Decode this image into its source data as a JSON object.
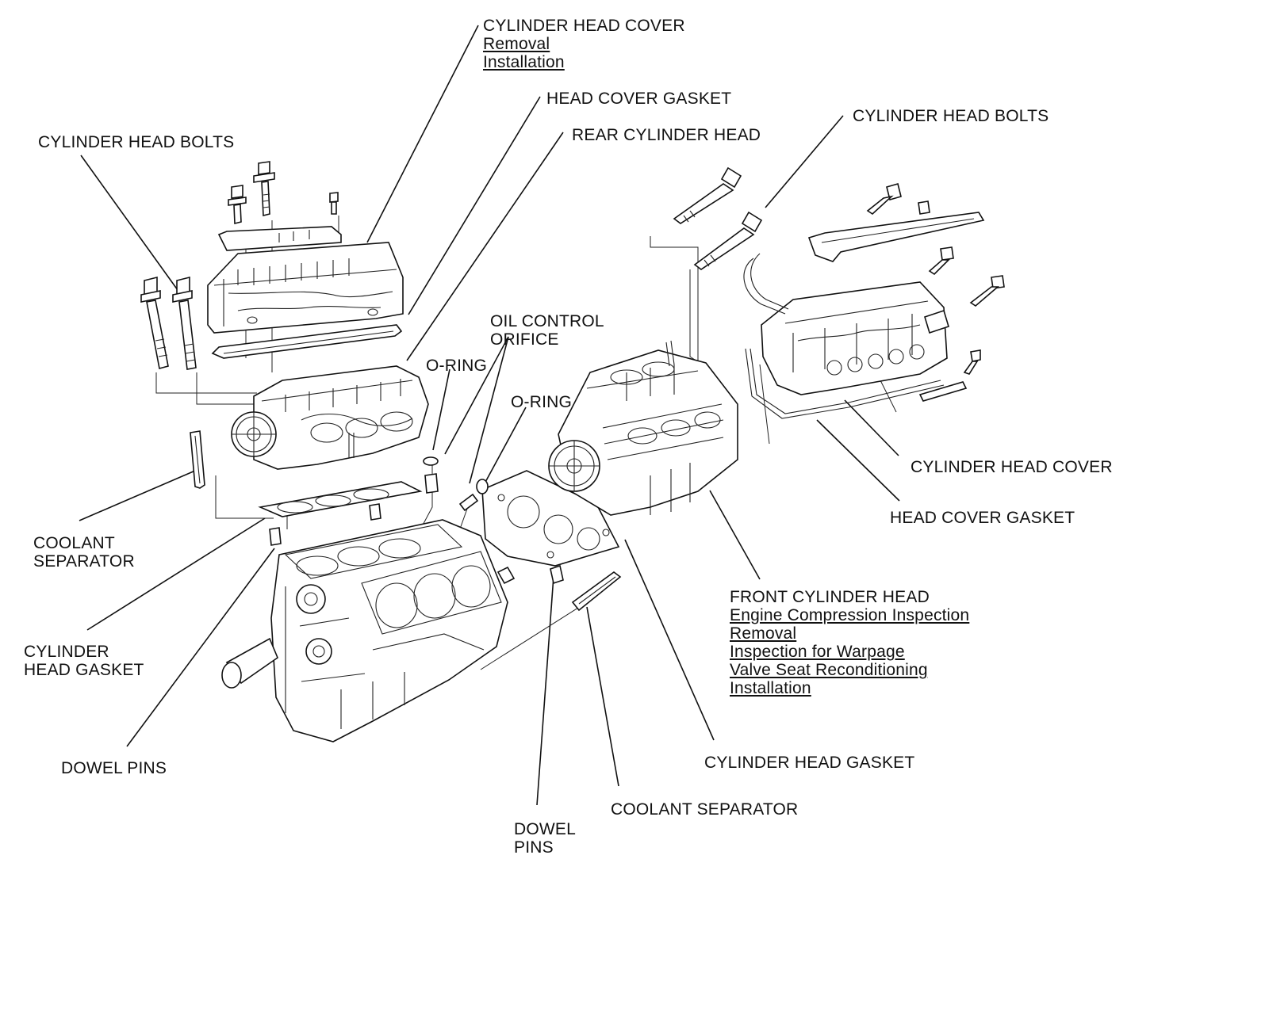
{
  "labels": {
    "cyl_head_cover_top": {
      "title": "CYLINDER HEAD COVER",
      "links": [
        "Removal",
        "Installation"
      ]
    },
    "head_cover_gasket_top": {
      "title": "HEAD COVER GASKET"
    },
    "rear_cylinder_head": {
      "title": "REAR CYLINDER HEAD"
    },
    "cyl_head_bolts_left": {
      "title": "CYLINDER HEAD BOLTS"
    },
    "cyl_head_bolts_right": {
      "title": "CYLINDER HEAD BOLTS"
    },
    "oil_control_orifice": {
      "line1": "OIL CONTROL",
      "line2": "ORIFICE"
    },
    "o_ring_1": {
      "title": "O-RING"
    },
    "o_ring_2": {
      "title": "O-RING"
    },
    "coolant_separator_left": {
      "line1": "COOLANT",
      "line2": "SEPARATOR"
    },
    "cyl_head_gasket_left": {
      "line1": "CYLINDER",
      "line2": "HEAD GASKET"
    },
    "dowel_pins_left": {
      "title": "DOWEL PINS"
    },
    "cyl_head_cover_right": {
      "title": "CYLINDER HEAD COVER"
    },
    "head_cover_gasket_right": {
      "title": "HEAD COVER GASKET"
    },
    "front_cylinder_head": {
      "title": "FRONT CYLINDER HEAD",
      "links": [
        "Engine Compression Inspection",
        "Removal",
        "Inspection for Warpage",
        "Valve Seat Reconditioning",
        "Installation"
      ]
    },
    "cyl_head_gasket_bottom": {
      "title": "CYLINDER HEAD GASKET"
    },
    "coolant_separator_bottom": {
      "title": "COOLANT SEPARATOR"
    },
    "dowel_pins_bottom": {
      "line1": "DOWEL",
      "line2": "PINS"
    }
  },
  "icons": [
    "engine-block-icon",
    "cylinder-head-icon",
    "head-cover-icon",
    "bolt-icon",
    "gasket-icon",
    "o-ring-icon",
    "dowel-pin-icon"
  ]
}
